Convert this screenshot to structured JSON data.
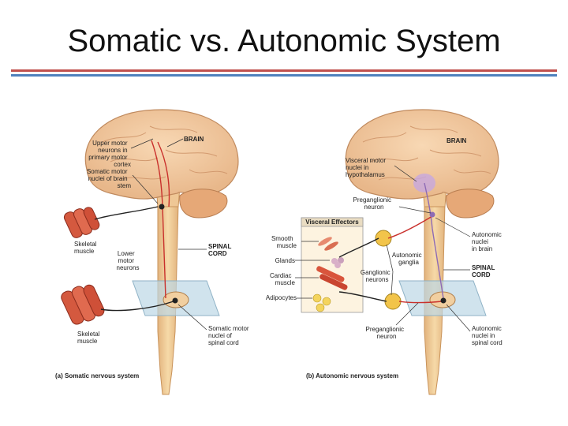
{
  "title": "Somatic vs. Autonomic System",
  "colors": {
    "title_rule_red": "#c0504d",
    "title_rule_blue": "#4f81bd",
    "somatic_pathway": "#c9302c",
    "autonomic_pathway": "#8e6bb5"
  },
  "left_panel": {
    "brain": "BRAIN",
    "upper_motor_neurons": [
      "Upper motor",
      "neurons in",
      "primary motor",
      "cortex"
    ],
    "somatic_motor_nuclei_brain_stem": [
      "Somatic motor",
      "nuclei of brain",
      "stem"
    ],
    "skeletal_muscle_1": [
      "Skeletal",
      "muscle"
    ],
    "lower_motor_neurons": [
      "Lower",
      "motor",
      "neurons"
    ],
    "spinal_cord": [
      "SPINAL",
      "CORD"
    ],
    "skeletal_muscle_2": [
      "Skeletal",
      "muscle"
    ],
    "somatic_motor_nuclei_spinal_cord": [
      "Somatic motor",
      "nuclei of",
      "spinal cord"
    ],
    "caption": "(a) Somatic nervous system"
  },
  "right_panel": {
    "brain": "BRAIN",
    "visceral_motor_nuclei": [
      "Visceral motor",
      "nuclei in",
      "hypothalamus"
    ],
    "preganglionic_neuron_top": [
      "Preganglionic",
      "neuron"
    ],
    "visceral_effectors": "Visceral Effectors",
    "smooth_muscle": [
      "Smooth",
      "muscle"
    ],
    "glands": "Glands",
    "cardiac_muscle": [
      "Cardiac",
      "muscle"
    ],
    "adipocytes": "Adipocytes",
    "autonomic_ganglia": [
      "Autonomic",
      "ganglia"
    ],
    "ganglionic_neurons": [
      "Ganglionic",
      "neurons"
    ],
    "autonomic_nuclei_brain": [
      "Autonomic",
      "nuclei",
      "in brain"
    ],
    "spinal_cord": [
      "SPINAL",
      "CORD"
    ],
    "preganglionic_neuron_bottom": [
      "Preganglionic",
      "neuron"
    ],
    "autonomic_nuclei_spinal_cord": [
      "Autonomic",
      "nuclei in",
      "spinal cord"
    ],
    "caption": "(b) Autonomic nervous system"
  }
}
